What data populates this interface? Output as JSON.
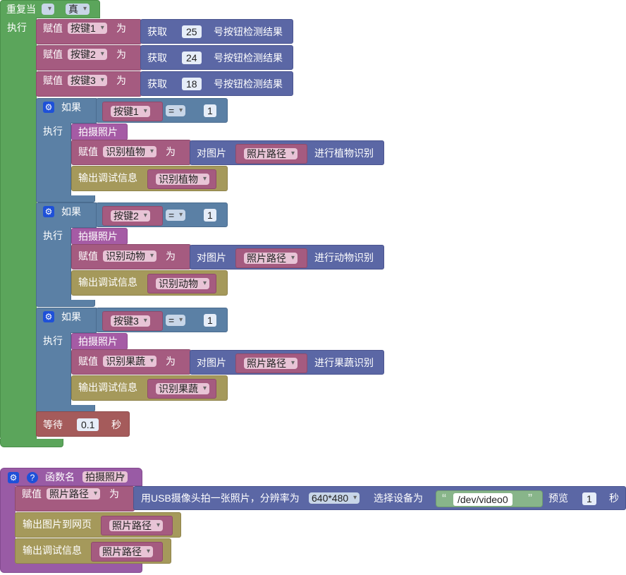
{
  "loop": {
    "label": "重复当",
    "cond_dropdown": "",
    "cond_value": "真",
    "do_label": "执行"
  },
  "assign_label": "赋值",
  "as_label": "为",
  "get_label": "获取",
  "button_result_label": "号按钮检测结果",
  "assignments": [
    {
      "var": "按键1",
      "pin": "25"
    },
    {
      "var": "按键2",
      "pin": "24"
    },
    {
      "var": "按键3",
      "pin": "18"
    }
  ],
  "if_label": "如果",
  "do_label": "执行",
  "take_photo_label": "拍摄照片",
  "photo_label": "对图片",
  "print_label": "输出调试信息",
  "op": "=",
  "conditions": [
    {
      "var": "按键1",
      "value": "1",
      "result_var": "识别植物",
      "photo_var": "照片路径",
      "action": "进行植物识别"
    },
    {
      "var": "按键2",
      "value": "1",
      "result_var": "识别动物",
      "photo_var": "照片路径",
      "action": "进行动物识别"
    },
    {
      "var": "按键3",
      "value": "1",
      "result_var": "识别果蔬",
      "photo_var": "照片路径",
      "action": "进行果蔬识别"
    }
  ],
  "wait": {
    "label": "等待",
    "value": "0.1",
    "unit": "秒"
  },
  "func": {
    "name_label": "函数名",
    "name": "拍摄照片",
    "var": "照片路径",
    "usb_label": "用USB摄像头拍一张照片，分辨率为",
    "resolution": "640*480",
    "device_label": "选择设备为",
    "device": "/dev/video0",
    "preview_label": "预览",
    "preview_value": "1",
    "sec_label": "秒",
    "output_web_label": "输出图片到网页"
  }
}
